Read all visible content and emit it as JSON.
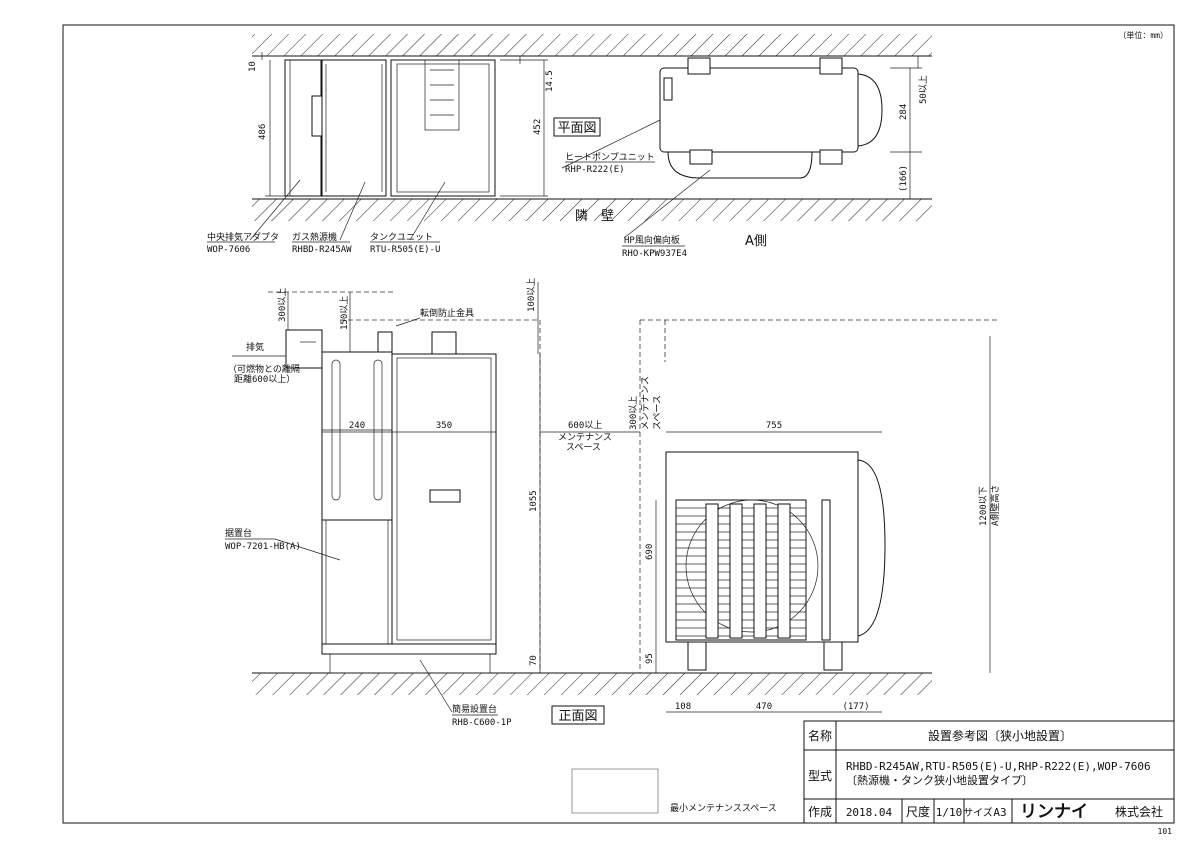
{
  "unit_note": "（単位：mm）",
  "sheet_no": "101",
  "views": {
    "plan": "平面図",
    "front": "正面図",
    "wall": "隣　壁",
    "side_a": "A側"
  },
  "plan_dims": {
    "d10": "10",
    "d486": "486",
    "d14_5": "14.5",
    "d452": "452",
    "d50": "50以上",
    "d284": "284",
    "d166": "(166)"
  },
  "front_dims": {
    "d300": "300以上",
    "d150": "150以上",
    "d100": "100以上",
    "d240": "240",
    "d350": "350",
    "d1055": "1055",
    "d70": "70",
    "d600a": "600以上",
    "d600b": "メンテナンス",
    "d600c": "スペース",
    "d300b": "300以上",
    "d300c": "メンテナンス",
    "d300d": "スペース",
    "d755": "755",
    "d690": "690",
    "d95": "95",
    "d1200a": "1200以下",
    "d1200b": "A側壁高さ",
    "d108": "108",
    "d470": "470",
    "d177": "(177)"
  },
  "labels": {
    "adapter_name": "中央排気アダプタ",
    "adapter_model": "WOP-7606",
    "heater_name": "ガス熱源機",
    "heater_model": "RHBD-R245AW",
    "tank_name": "タンクユニット",
    "tank_model": "RTU-R505(E)-U",
    "hp_name": "ヒートポンプユニット",
    "hp_model": "RHP-R222(E)",
    "deflector_name": "HP風向偏向板",
    "deflector_model": "RHO-KPW937E4",
    "exhaust": "排気",
    "clearance1": "（可燃物との離隔",
    "clearance2": "距離600以上）",
    "tipover": "転倒防止金具",
    "stand_name": "据置台",
    "stand_model": "WOP-7201-HB(A)",
    "base_name": "簡易設置台",
    "base_model": "RHB-C600-1P",
    "legend": "最小メンテナンススペース"
  },
  "title_block": {
    "name_label": "名称",
    "name_value": "設置参考図〔狭小地設置〕",
    "model_label": "型式",
    "model_line1": "RHBD-R245AW,RTU-R505(E)-U,RHP-R222(E),WOP-7606",
    "model_line2": "〔熱源機・タンク狭小地設置タイプ〕",
    "made_label": "作成",
    "date": "2018.04",
    "scale_label": "尺度",
    "scale": "1/10",
    "size_label": "サイズ",
    "size": "A3",
    "company_logo": "リンナイ",
    "company": "株式会社"
  }
}
